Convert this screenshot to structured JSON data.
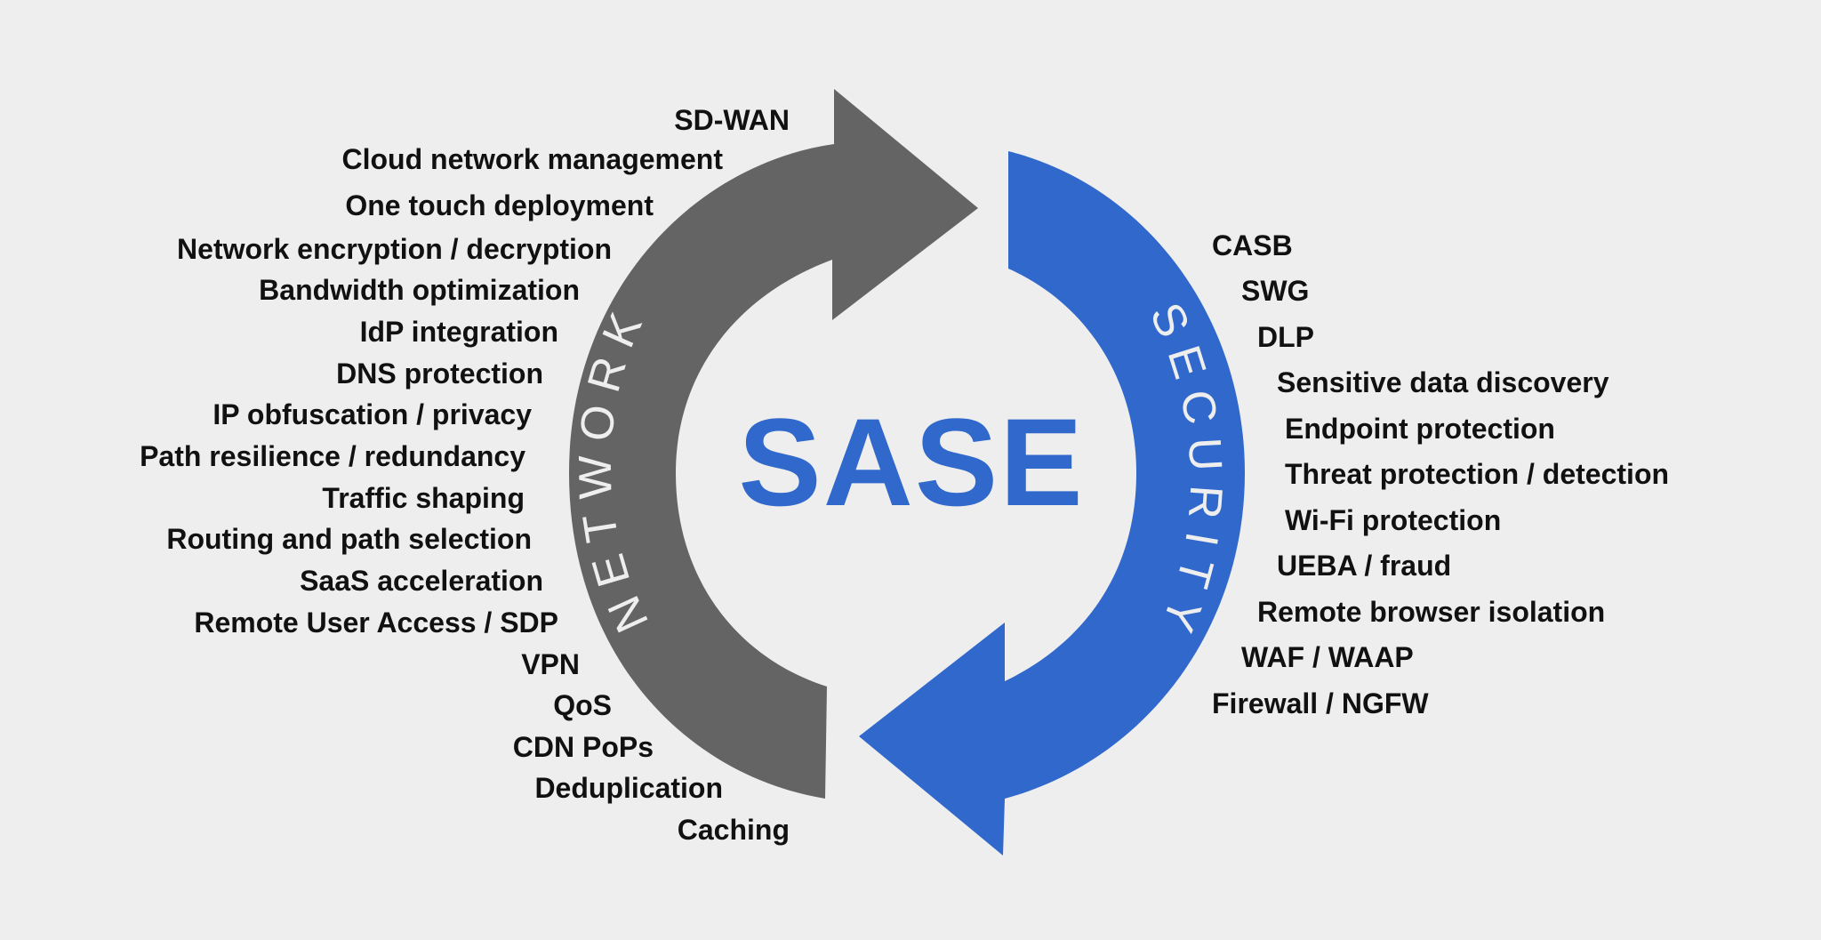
{
  "center_title": "SASE",
  "network": {
    "label": "NETWORK",
    "color": "#636463",
    "items": [
      "SD-WAN",
      "Cloud network management",
      "One touch deployment",
      "Network encryption / decryption",
      "Bandwidth optimization",
      "IdP integration",
      "DNS protection",
      "IP obfuscation / privacy",
      "Path resilience / redundancy",
      "Traffic shaping",
      "Routing and path selection",
      "SaaS acceleration",
      "Remote User Access / SDP",
      "VPN",
      "QoS",
      "CDN PoPs",
      "Deduplication",
      "Caching"
    ]
  },
  "security": {
    "label": "SECURITY",
    "color": "#3068cc",
    "items": [
      "CASB",
      "SWG",
      "DLP",
      "Sensitive data discovery",
      "Endpoint protection",
      "Threat protection / detection",
      "Wi-Fi protection",
      "UEBA / fraud",
      "Remote browser isolation",
      "WAF / WAAP",
      "Firewall / NGFW"
    ]
  },
  "colors": {
    "background": "#eeeeee",
    "title": "#3068cc",
    "text": "#111111",
    "arc_label": "#eeeeee"
  }
}
